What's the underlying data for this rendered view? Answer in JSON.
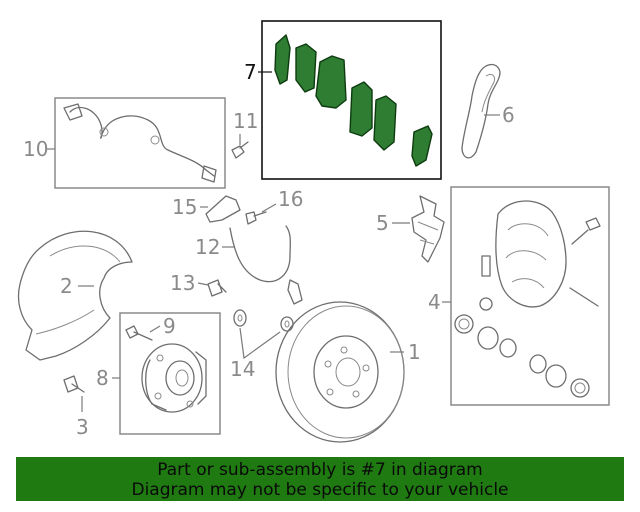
{
  "callouts": {
    "c1": "1",
    "c2": "2",
    "c3": "3",
    "c4": "4",
    "c5": "5",
    "c6": "6",
    "c7": "7",
    "c8": "8",
    "c9": "9",
    "c10": "10",
    "c11": "11",
    "c12": "12",
    "c13": "13",
    "c14": "14",
    "c15": "15",
    "c16": "16"
  },
  "banner": {
    "line1": "Part or sub-assembly is #7 in diagram",
    "line2": "Diagram may not be specific to your vehicle"
  },
  "colors": {
    "highlight": "#2e7d32",
    "banner": "#1f7a12",
    "line_art": "#6e6e6e",
    "labels": "#8a8a8a"
  }
}
